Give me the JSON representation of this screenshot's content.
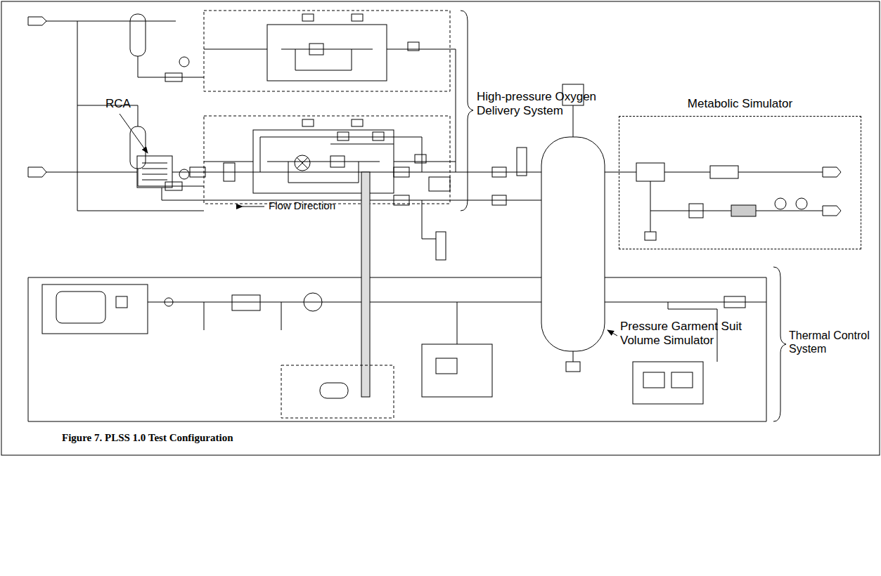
{
  "diagram": {
    "caption": "Figure 7. PLSS 1.0 Test Configuration",
    "nodes": [
      {
        "text": [
          "Metabolic Simulator"
        ]
      }
    ],
    "labels": [
      "High-pressure Oxygen Delivery System",
      "RCA",
      "Flow Direction",
      "Pressure Garment Suit Volume Simulator",
      "Thermal Control System"
    ]
  }
}
